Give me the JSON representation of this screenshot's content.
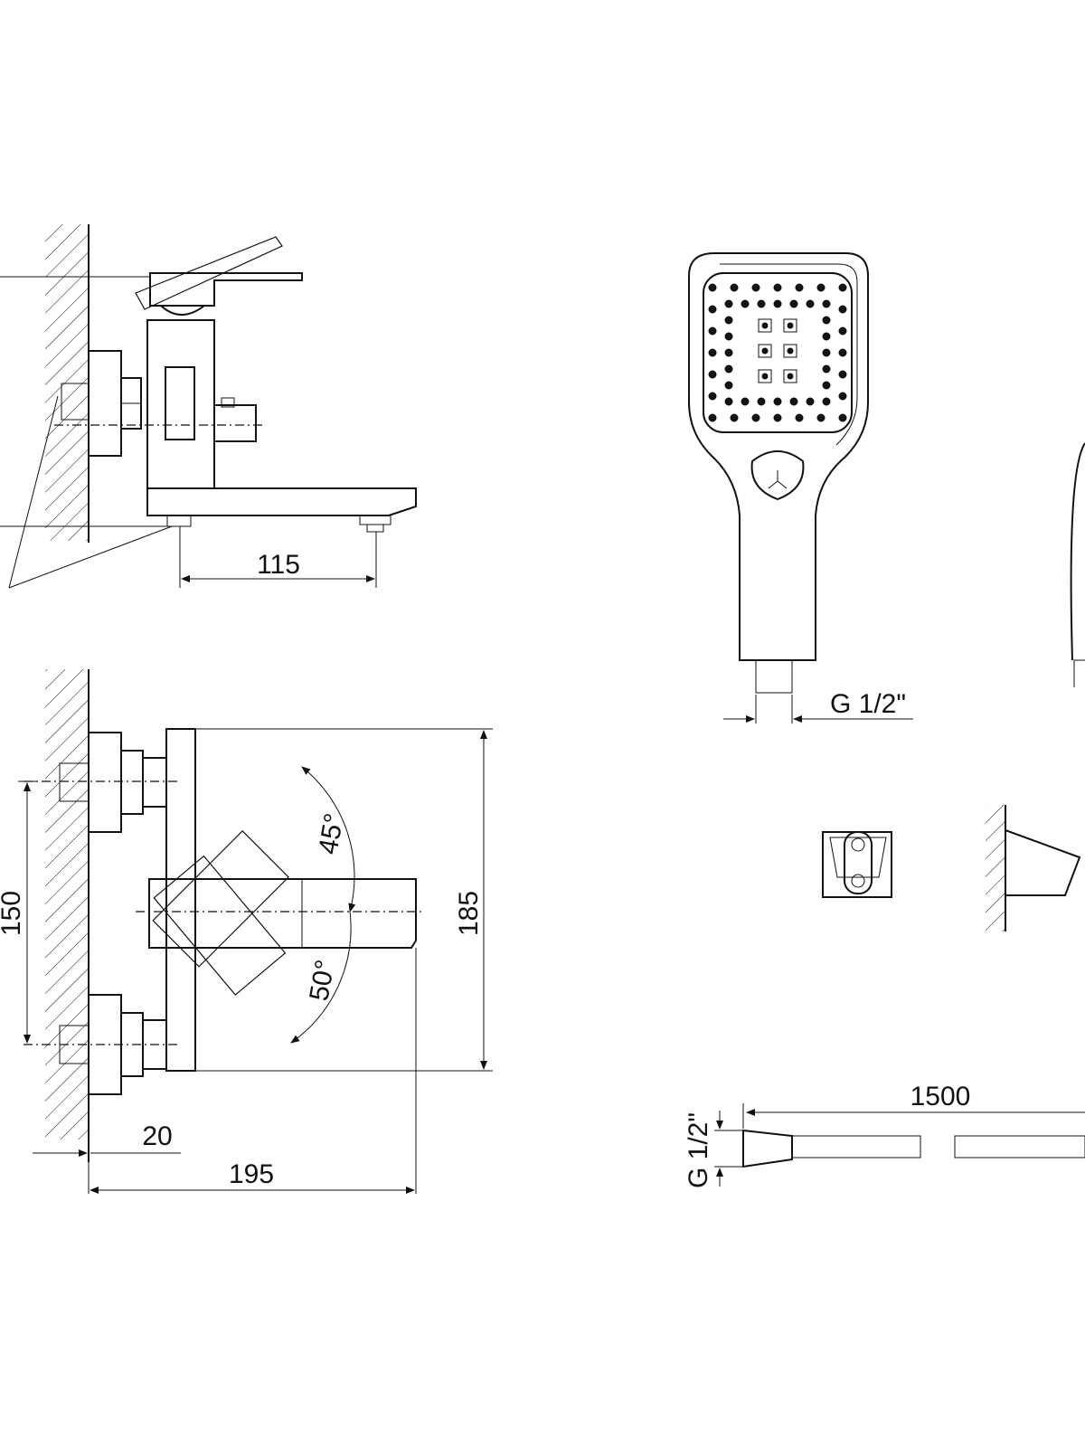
{
  "dimensions": {
    "spout_reach": "115",
    "handshower_thread": "G 1/2\"",
    "inlet_spacing": "150",
    "angle_right": "45°",
    "angle_left": "50°",
    "overall_height": "185",
    "wall_offset": "20",
    "overall_depth": "195",
    "hose_length": "1500",
    "hose_thread": "G 1/2\""
  }
}
